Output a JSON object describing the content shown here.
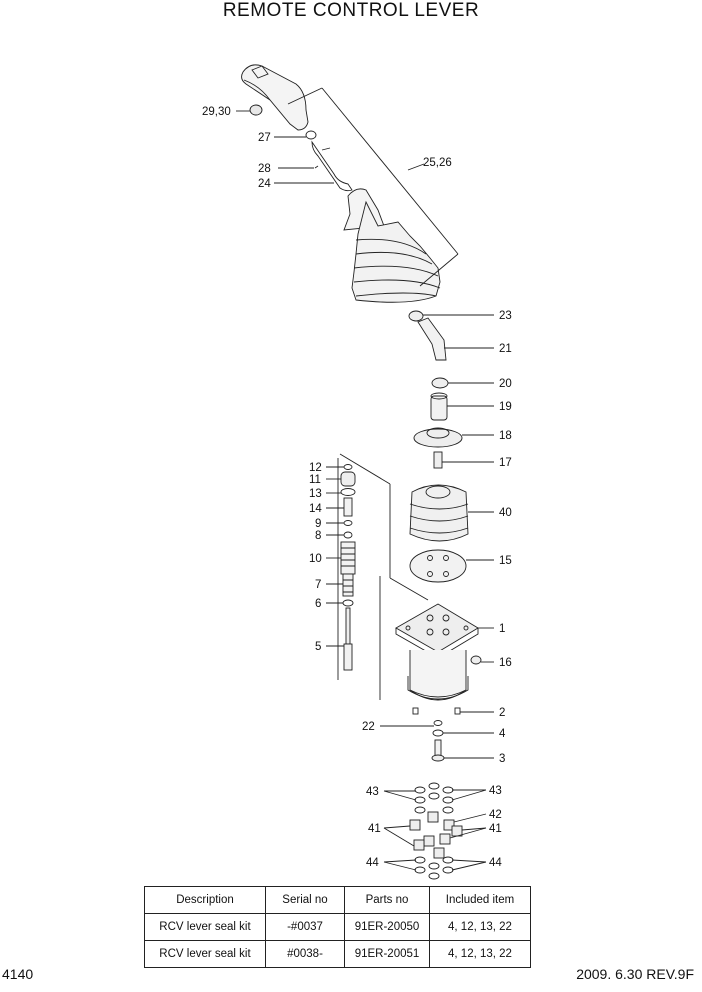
{
  "page_title": "REMOTE CONTROL LEVER",
  "labels": {
    "l2930": "29,30",
    "l27": "27",
    "l28": "28",
    "l24": "24",
    "l2526": "25,26",
    "l23": "23",
    "l21": "21",
    "l20": "20",
    "l19": "19",
    "l18": "18",
    "l17": "17",
    "l40": "40",
    "l15": "15",
    "l1": "1",
    "l16": "16",
    "l2": "2",
    "l22": "22",
    "l4": "4",
    "l3": "3",
    "l12": "12",
    "l11": "11",
    "l13": "13",
    "l14": "14",
    "l9": "9",
    "l8": "8",
    "l10": "10",
    "l7": "7",
    "l6": "6",
    "l5": "5",
    "l43a": "43",
    "l43b": "43",
    "l42": "42",
    "l41a": "41",
    "l41b": "41",
    "l44a": "44",
    "l44b": "44"
  },
  "table": {
    "headers": [
      "Description",
      "Serial no",
      "Parts no",
      "Included item"
    ],
    "rows": [
      [
        "RCV lever seal kit",
        "-#0037",
        "91ER-20050",
        "4, 12, 13, 22"
      ],
      [
        "RCV lever seal kit",
        "#0038-",
        "91ER-20051",
        "4, 12, 13, 22"
      ]
    ]
  },
  "footer": {
    "page_number": "4140",
    "revision": "2009. 6.30 REV.9F"
  }
}
